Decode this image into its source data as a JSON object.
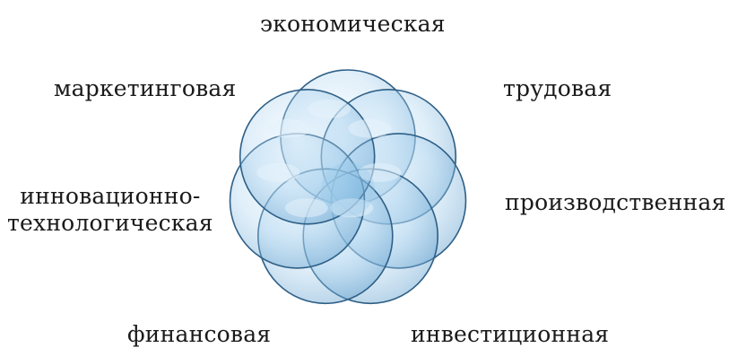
{
  "diagram": {
    "labels": {
      "economic": "экономическая",
      "marketing": "маркетинговая",
      "labor": "трудовая",
      "innovation_line1": "инновационно-",
      "innovation_line2": "технологическая",
      "production": "производственная",
      "financial": "финансовая",
      "investment": "инвестиционная"
    },
    "colors": {
      "circle_fill": "#9ccbec",
      "circle_fill_light": "#e6f3fc",
      "circle_stroke": "#2e5f86",
      "text": "#1a1a1a"
    }
  }
}
